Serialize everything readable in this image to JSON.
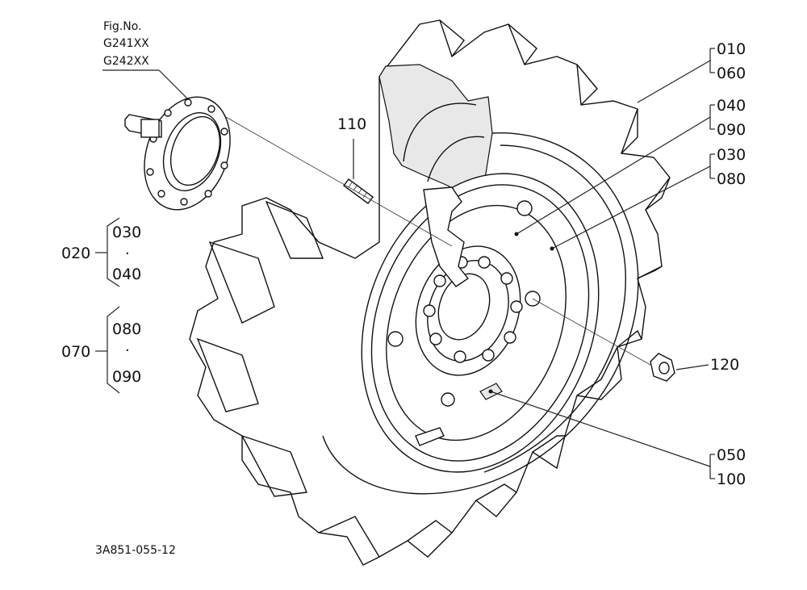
{
  "figure": {
    "fig_no_label": "Fig.No.",
    "fig_no_values": [
      "G241XX",
      "G242XX"
    ],
    "drawing_code": "3A851-055-12"
  },
  "callouts": {
    "c010": "010",
    "c060": "060",
    "c040": "040",
    "c090": "090",
    "c030": "030",
    "c080": "080",
    "c110": "110",
    "c120": "120",
    "c050": "050",
    "c100": "100"
  },
  "groups": [
    {
      "id": "020",
      "members": [
        "030",
        "040"
      ],
      "separator": "·"
    },
    {
      "id": "070",
      "members": [
        "080",
        "090"
      ],
      "separator": "·"
    }
  ]
}
